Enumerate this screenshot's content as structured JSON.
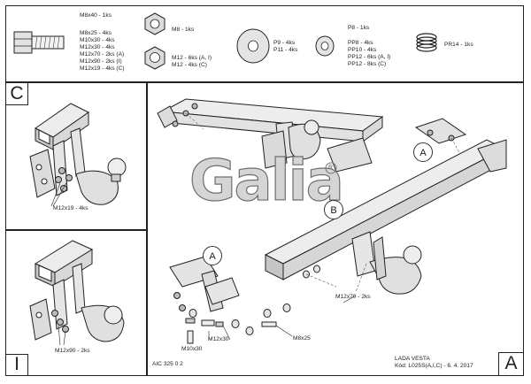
{
  "parts": {
    "bolt_spec": [
      "M8x40 - 1ks",
      "M8x25 - 4ks",
      "M10x30 - 4ks",
      "M12x30 - 4ks",
      "M12x70 - 2ks (A)",
      "M12x90 - 2ks (I)",
      "M12x19 - 4ks (C)"
    ],
    "nut_m8": "M8 - 1ks",
    "nut_m12": [
      "M12 - 6ks (A, I)",
      "M12 - 4ks (C)"
    ],
    "washer_large": [
      "P9 - 4ks",
      "P11 - 4ks"
    ],
    "washer_small": [
      "P8 - 1ks",
      "PP8 - 4ks",
      "PP10 - 4ks",
      "PP12 - 6ks (A, I)",
      "PP12 - 8ks (C)"
    ],
    "spring": "PR14 - 1ks"
  },
  "panels": {
    "c_label": "C",
    "c_callout": "M12x19 - 4ks",
    "i_label": "I",
    "i_callout": "M12x90 - 2ks"
  },
  "main": {
    "logo": "Galia",
    "logo_mark": "R",
    "label_a_top": "A",
    "label_b": "B",
    "label_a_left": "A",
    "m12x70": "M12x70 - 2ks",
    "m10x30": "M10x30",
    "m12x30": "M12x30",
    "m8x25": "M8x25"
  },
  "footer": {
    "code": "AIC 325 0 2",
    "model": "LADA VESTA",
    "doc": "Kód: L025S(A,I,C) - 6. 4. 2017",
    "corner": "A"
  }
}
